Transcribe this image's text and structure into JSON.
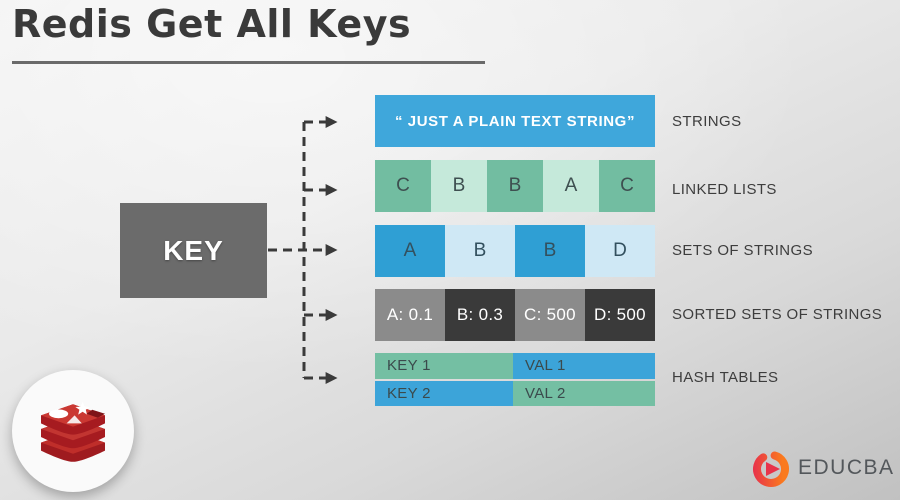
{
  "page": {
    "title": "Redis Get All Keys"
  },
  "diagram": {
    "key_label": "KEY",
    "rows": [
      {
        "label": "STRINGS",
        "cells": [
          "“ JUST A PLAIN TEXT STRING”"
        ]
      },
      {
        "label": "LINKED LISTS",
        "cells": [
          "C",
          "B",
          "B",
          "A",
          "C"
        ]
      },
      {
        "label": "SETS OF STRINGS",
        "cells": [
          "A",
          "B",
          "B",
          "D"
        ]
      },
      {
        "label": "SORTED SETS OF STRINGS",
        "cells": [
          "A: 0.1",
          "B: 0.3",
          "C: 500",
          "D: 500"
        ]
      },
      {
        "label": "HASH TABLES",
        "cells": [
          "KEY 1",
          "VAL 1",
          "KEY 2",
          "VAL 2"
        ]
      }
    ]
  },
  "branding": {
    "educba_text": "EDUCBA",
    "icons": [
      "redis-logo",
      "educba-logo"
    ]
  },
  "colors": {
    "background_light": "#f2f2f2",
    "background_dark": "#c1c1c1",
    "title_text": "#3a3a3a",
    "key_box": "#6b6b6b",
    "arrow": "#3a3a3a",
    "strings_blue": "#3fa7db",
    "sets_blue_dark": "#2f9fd4",
    "sets_blue_light": "#cfe8f5",
    "list_green_dark": "#72bda1",
    "list_green_light": "#c5e9da",
    "sorted_gray_medium": "#8b8b8b",
    "sorted_gray_dark": "#3a3a3a",
    "hash_green": "#74bfa3",
    "hash_blue": "#3ca4d9",
    "redis_red": "#c6302b",
    "educba_red": "#e8334a",
    "educba_orange": "#fa7a1e"
  }
}
